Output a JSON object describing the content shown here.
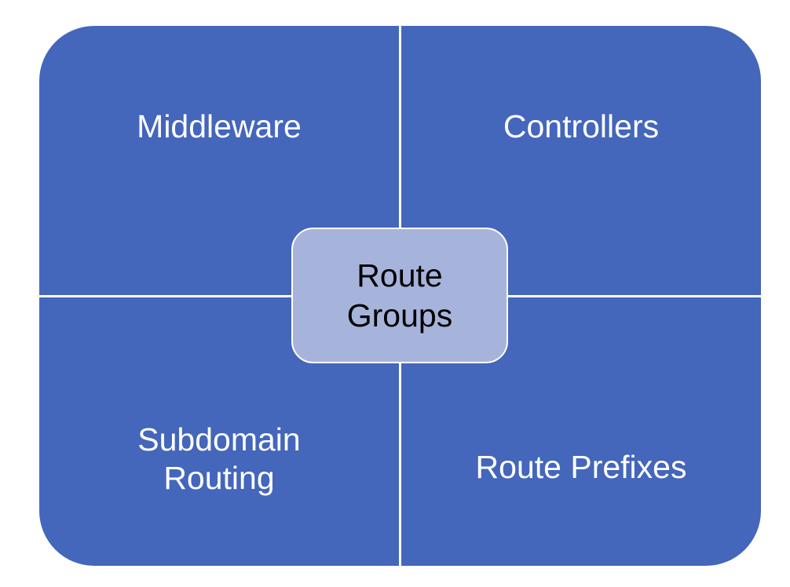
{
  "diagram": {
    "center": {
      "label": "Route\nGroups"
    },
    "quadrants": {
      "top_left": {
        "label": "Middleware"
      },
      "top_right": {
        "label": "Controllers"
      },
      "bottom_left": {
        "label": "Subdomain\nRouting"
      },
      "bottom_right": {
        "label": "Route Prefixes"
      }
    },
    "colors": {
      "quadrant_fill": "#4466BB",
      "center_fill": "#A6B4DB",
      "divider": "#ffffff",
      "quadrant_text": "#ffffff",
      "center_text": "#000000"
    }
  }
}
